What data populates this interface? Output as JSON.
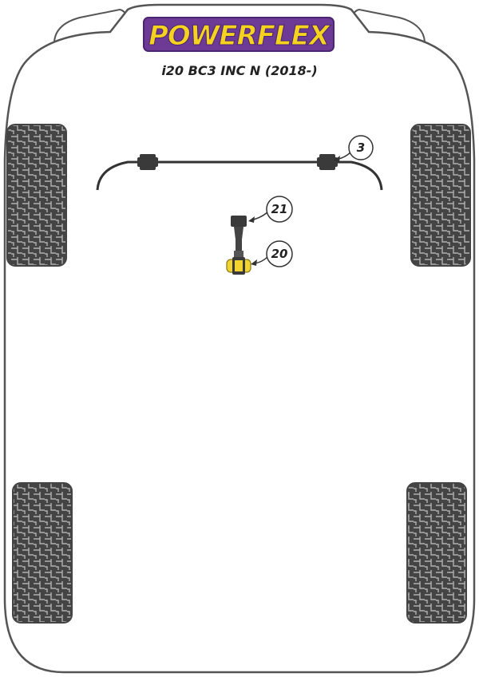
{
  "brand": {
    "logo_text": "POWERFLEX",
    "colors": {
      "logo_fill": "#F5D21F",
      "logo_outline": "#5B2D82",
      "logo_panel": "#6D3A96"
    }
  },
  "model_title": "i20 BC3 INC N (2018-)",
  "colors": {
    "body_outline": "#555555",
    "tyre_dark": "#454545",
    "tyre_grid": "#a8a8a8",
    "bar_line": "#333333",
    "bush_dark": "#3a3a3a",
    "bush_mount_yellow": "#F2D430",
    "callout_fill": "#ffffff"
  },
  "callouts": [
    {
      "id": "3",
      "label": "3",
      "icon": "callout-circle"
    },
    {
      "id": "21",
      "label": "21",
      "icon": "callout-circle"
    },
    {
      "id": "20",
      "label": "20",
      "icon": "callout-circle"
    }
  ],
  "components": [
    {
      "part": "anti-roll-bar",
      "callout": "3"
    },
    {
      "part": "lower-engine-mount-bush",
      "callout": "21"
    },
    {
      "part": "lower-engine-mount-insert",
      "callout": "20"
    }
  ]
}
